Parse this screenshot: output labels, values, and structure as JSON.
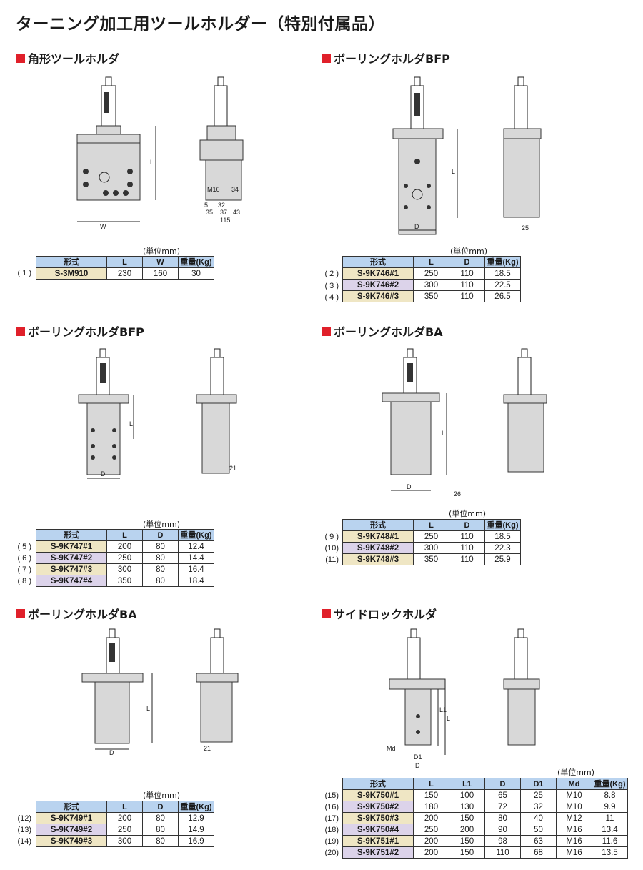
{
  "title": "ターニング加工用ツールホルダー（特別付属品）",
  "unit_label": "(単位mm)",
  "sections": [
    {
      "name": "角形ツールホルダ",
      "headers": [
        "形式",
        "L",
        "W",
        "重量(Kg)"
      ],
      "rows": [
        {
          "idx": "( 1 )",
          "model": "S-3M910",
          "vals": [
            "230",
            "160",
            "30"
          ]
        }
      ],
      "dims": {
        "L": "L",
        "W": "W",
        "m16": "M16",
        "d5": "5",
        "d32": "32",
        "d34": "34",
        "d35": "35",
        "d37": "37",
        "d43": "43",
        "d115": "115"
      }
    },
    {
      "name": "ボーリングホルダBFP",
      "headers": [
        "形式",
        "L",
        "D",
        "重量(Kg)"
      ],
      "rows": [
        {
          "idx": "( 2 )",
          "model": "S-9K746#1",
          "vals": [
            "250",
            "110",
            "18.5"
          ]
        },
        {
          "idx": "( 3 )",
          "model": "S-9K746#2",
          "vals": [
            "300",
            "110",
            "22.5"
          ]
        },
        {
          "idx": "( 4 )",
          "model": "S-9K746#3",
          "vals": [
            "350",
            "110",
            "26.5"
          ]
        }
      ],
      "dims": {
        "L": "L",
        "D": "D",
        "d25": "25"
      }
    },
    {
      "name": "ボーリングホルダBFP",
      "headers": [
        "形式",
        "L",
        "D",
        "重量(Kg)"
      ],
      "rows": [
        {
          "idx": "( 5 )",
          "model": "S-9K747#1",
          "vals": [
            "200",
            "80",
            "12.4"
          ]
        },
        {
          "idx": "( 6 )",
          "model": "S-9K747#2",
          "vals": [
            "250",
            "80",
            "14.4"
          ]
        },
        {
          "idx": "( 7 )",
          "model": "S-9K747#3",
          "vals": [
            "300",
            "80",
            "16.4"
          ]
        },
        {
          "idx": "( 8 )",
          "model": "S-9K747#4",
          "vals": [
            "350",
            "80",
            "18.4"
          ]
        }
      ],
      "dims": {
        "L": "L",
        "D": "D",
        "d21": "21"
      }
    },
    {
      "name": "ボーリングホルダBA",
      "headers": [
        "形式",
        "L",
        "D",
        "重量(Kg)"
      ],
      "rows": [
        {
          "idx": "( 9 )",
          "model": "S-9K748#1",
          "vals": [
            "250",
            "110",
            "18.5"
          ]
        },
        {
          "idx": "(10)",
          "model": "S-9K748#2",
          "vals": [
            "300",
            "110",
            "22.3"
          ]
        },
        {
          "idx": "(11)",
          "model": "S-9K748#3",
          "vals": [
            "350",
            "110",
            "25.9"
          ]
        }
      ],
      "dims": {
        "L": "L",
        "D": "D",
        "d26": "26"
      }
    },
    {
      "name": "ボーリングホルダBA",
      "headers": [
        "形式",
        "L",
        "D",
        "重量(Kg)"
      ],
      "rows": [
        {
          "idx": "(12)",
          "model": "S-9K749#1",
          "vals": [
            "200",
            "80",
            "12.9"
          ]
        },
        {
          "idx": "(13)",
          "model": "S-9K749#2",
          "vals": [
            "250",
            "80",
            "14.9"
          ]
        },
        {
          "idx": "(14)",
          "model": "S-9K749#3",
          "vals": [
            "300",
            "80",
            "16.9"
          ]
        }
      ],
      "dims": {
        "L": "L",
        "D": "D",
        "d21": "21"
      }
    },
    {
      "name": "サイドロックホルダ",
      "headers": [
        "形式",
        "L",
        "L1",
        "D",
        "D1",
        "Md",
        "重量(Kg)"
      ],
      "rows": [
        {
          "idx": "(15)",
          "model": "S-9K750#1",
          "vals": [
            "150",
            "100",
            "65",
            "25",
            "M10",
            "8.8"
          ]
        },
        {
          "idx": "(16)",
          "model": "S-9K750#2",
          "vals": [
            "180",
            "130",
            "72",
            "32",
            "M10",
            "9.9"
          ]
        },
        {
          "idx": "(17)",
          "model": "S-9K750#3",
          "vals": [
            "200",
            "150",
            "80",
            "40",
            "M12",
            "11"
          ]
        },
        {
          "idx": "(18)",
          "model": "S-9K750#4",
          "vals": [
            "250",
            "200",
            "90",
            "50",
            "M16",
            "13.4"
          ]
        },
        {
          "idx": "(19)",
          "model": "S-9K751#1",
          "vals": [
            "200",
            "150",
            "98",
            "63",
            "M16",
            "11.6"
          ]
        },
        {
          "idx": "(20)",
          "model": "S-9K751#2",
          "vals": [
            "200",
            "150",
            "110",
            "68",
            "M16",
            "13.5"
          ]
        }
      ],
      "dims": {
        "L": "L",
        "L1": "L1",
        "D": "D",
        "D1": "D1",
        "Md": "Md"
      }
    }
  ]
}
